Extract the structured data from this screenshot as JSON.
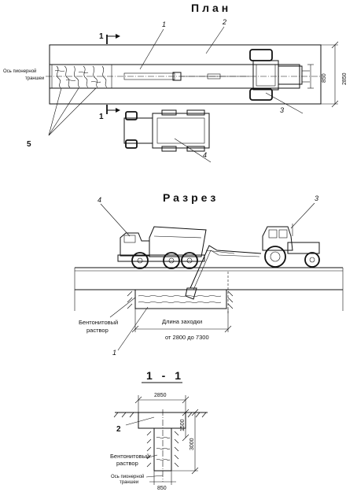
{
  "plan": {
    "title": "План",
    "callouts": [
      "1",
      "2",
      "3",
      "4",
      "5"
    ],
    "section_mark": "1",
    "axis_label": [
      "Ось пионерной",
      "траншеи"
    ],
    "dim_850": "850",
    "dim_2850": "2850"
  },
  "section": {
    "title": "Разрез",
    "callouts": [
      "4",
      "3",
      "1"
    ],
    "bentonite_label": [
      "Бентонитовый",
      "раствор"
    ],
    "length_label": "Длина заходки",
    "length_range": "от 2800 до 7300"
  },
  "cut": {
    "title": "1 - 1",
    "callout": "2",
    "dim_2850": "2850",
    "dim_1500": "1500",
    "dim_3000": "3000",
    "dim_850": "850",
    "bentonite_label": [
      "Бентонитовый",
      "раствор"
    ],
    "axis_label": [
      "Ось пионерной",
      "траншеи"
    ]
  }
}
